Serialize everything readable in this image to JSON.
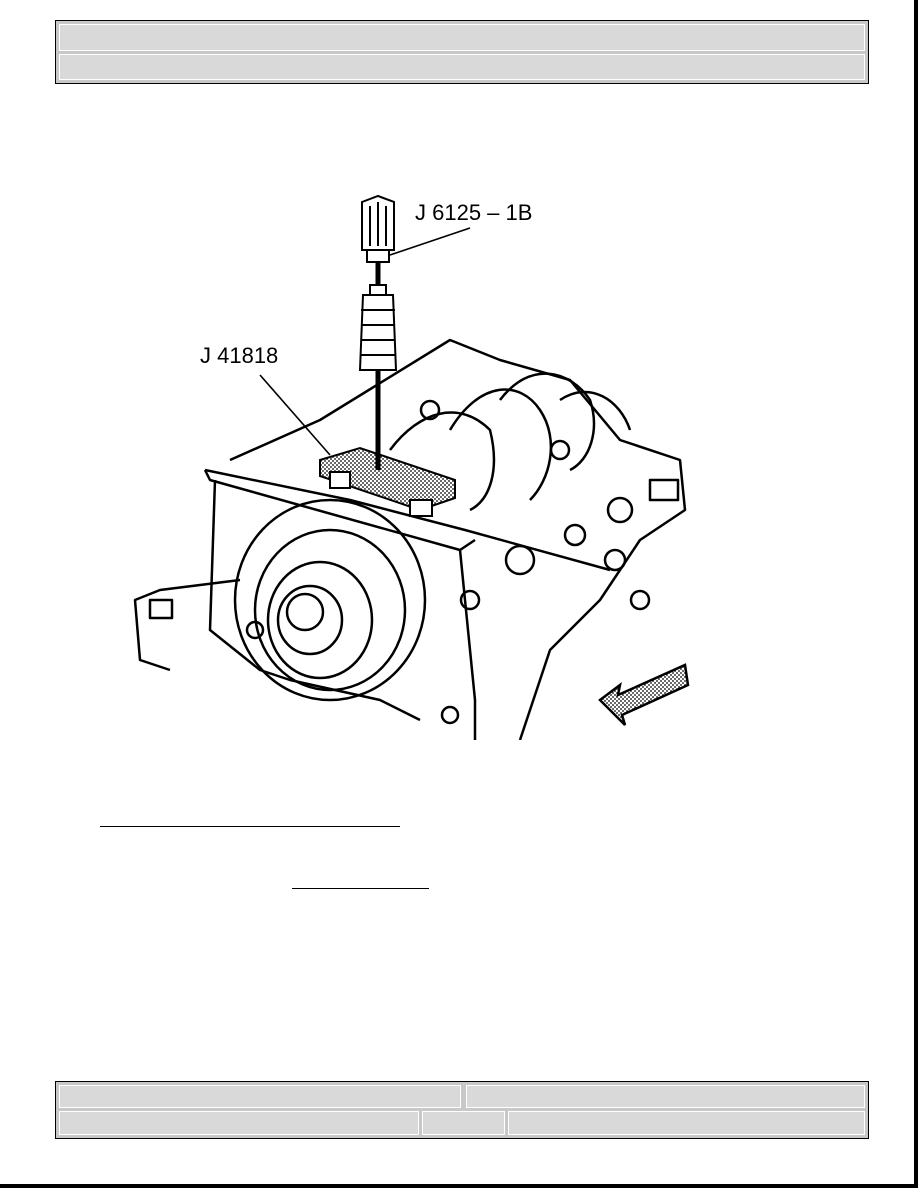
{
  "figure": {
    "callouts": [
      {
        "id": "slide-hammer",
        "text": "J 6125 – 1B"
      },
      {
        "id": "remover",
        "text": "J 41818"
      }
    ]
  }
}
